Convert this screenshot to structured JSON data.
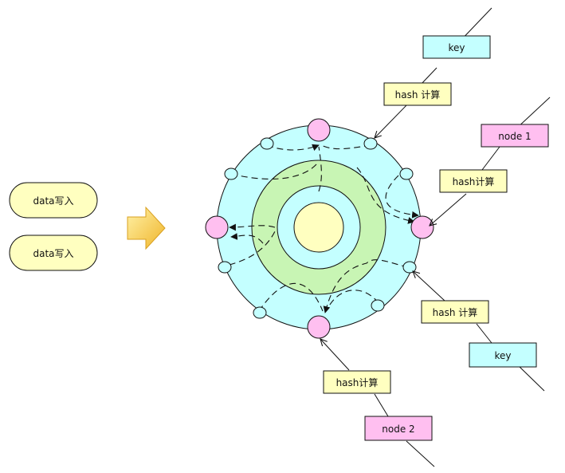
{
  "inputs": [
    {
      "label": "data写入"
    },
    {
      "label": "data写入"
    }
  ],
  "boxes": {
    "key_top": "key",
    "hash_top": "hash 计算",
    "node1": "node 1",
    "hash_node1": "hash计算",
    "hash_right": "hash 计算",
    "key_right": "key",
    "hash_node2": "hash计算",
    "node2": "node 2"
  },
  "colors": {
    "input_pill": "#ffffc0",
    "arrow": "#f5c84a",
    "ring_outer": "#c4ffff",
    "ring_middle": "#c8f5b4",
    "ring_inner": "#c4ffff",
    "core": "#ffffc0",
    "key_box": "#c4ffff",
    "hash_box": "#ffffc0",
    "node_box": "#ffbff0",
    "node_circle": "#ffbff0",
    "slot_circle": "#c4ffff"
  },
  "icons": {
    "arrow": "right-arrow-icon"
  }
}
